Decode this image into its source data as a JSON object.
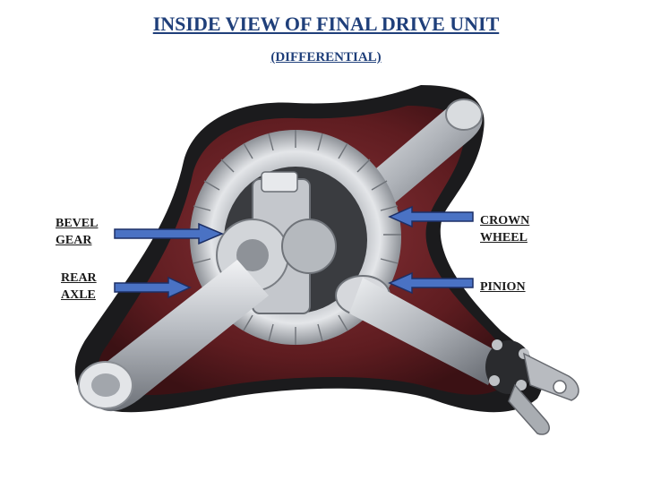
{
  "title": "INSIDE VIEW OF FINAL DRIVE UNIT",
  "subtitle": "(DIFFERENTIAL)",
  "labels": {
    "bevel_gear": [
      "BEVEL",
      "GEAR"
    ],
    "rear_axle": [
      "REAR",
      "AXLE"
    ],
    "crown_wheel": [
      "CROWN",
      "WHEEL"
    ],
    "pinion": [
      "PINION"
    ]
  },
  "colors": {
    "title": "#1f3f7a",
    "arrow_fill": "#4a72c4",
    "arrow_stroke": "#1c2f66",
    "housing": "#6b2226",
    "metal": "#c9ccd1"
  }
}
